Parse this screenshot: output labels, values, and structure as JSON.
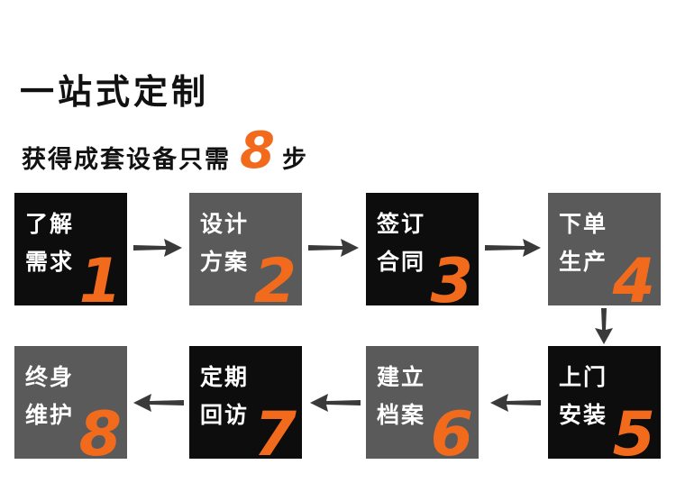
{
  "title": {
    "line1": "一站式定制",
    "line2_prefix": "获得成套设备只需",
    "line2_number": "8",
    "line2_suffix": "步"
  },
  "steps": [
    {
      "line1": "了解",
      "line2": "需求",
      "number": "1"
    },
    {
      "line1": "设计",
      "line2": "方案",
      "number": "2"
    },
    {
      "line1": "签订",
      "line2": "合同",
      "number": "3"
    },
    {
      "line1": "下单",
      "line2": "生产",
      "number": "4"
    },
    {
      "line1": "上门",
      "line2": "安装",
      "number": "5"
    },
    {
      "line1": "建立",
      "line2": "档案",
      "number": "6"
    },
    {
      "line1": "定期",
      "line2": "回访",
      "number": "7"
    },
    {
      "line1": "终身",
      "line2": "维护",
      "number": "8"
    }
  ],
  "colors": {
    "accent": "#f26b1d",
    "box_dark": "#0d0d0d",
    "box_gray": "#5a5a5a",
    "arrow": "#3a3a3a"
  }
}
